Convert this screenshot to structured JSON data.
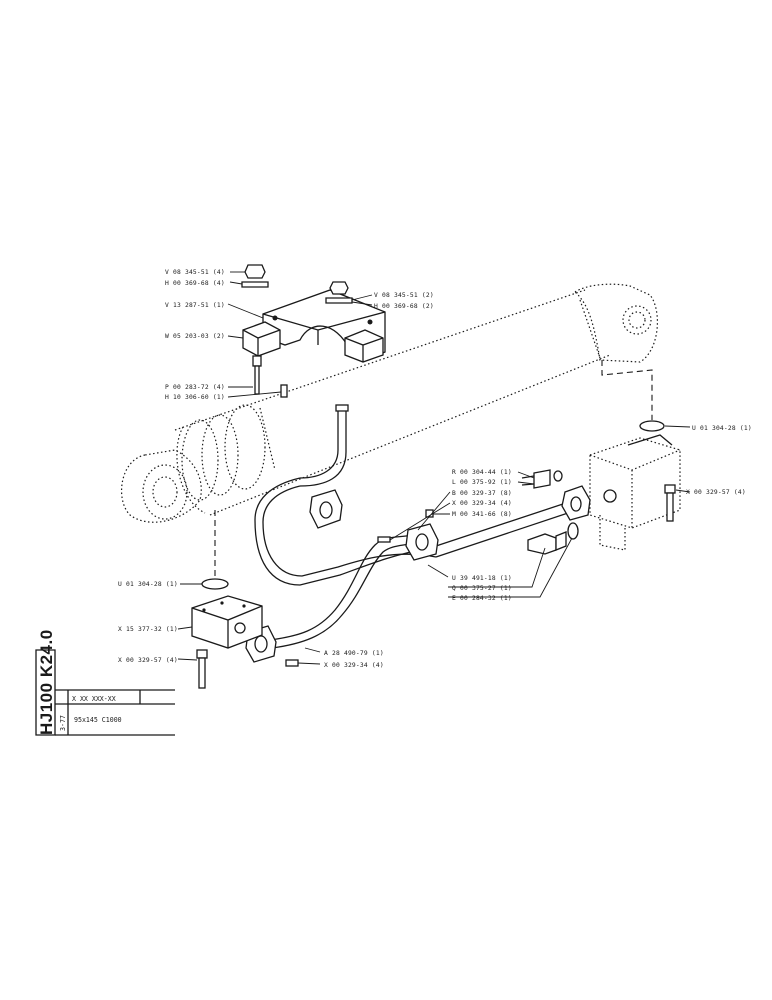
{
  "labels": {
    "v0834551_top": "V 08 345-51 (4)",
    "h0036968_top": "H 00 369-68 (4)",
    "v1328751": "V 13 287-51 (1)",
    "w0520303": "W 05 203-03 (2)",
    "p0028372": "P 00 283-72 (4)",
    "h1030660": "H 10 306-60 (1)",
    "v0834551_right": "V 08 345-51 (2)",
    "h0036968_right": "H 00 369-68 (2)",
    "u0130428_right": "U 01 304-28 (1)",
    "r0030444": "R 00 304-44 (1)",
    "l0037592": "L 00 375-92 (1)",
    "b0032937": "B 00 329-37 (8)",
    "x0032934_mid": "X 00 329-34 (4)",
    "m0034166": "M 00 341-66 (8)",
    "x0032957_right": "X 00 329-57 (4)",
    "u3949118": "U 39 491-18 (1)",
    "q0037527": "Q 00 375-27 (1)",
    "e0028432": "E 00 284-32 (1)",
    "u0130428_left": "U 01 304-28 (1)",
    "x1537732": "X 15 377-32 (1)",
    "x0032957_left": "X 00 329-57 (4)",
    "a2849079": "A 28 490-79 (1)",
    "x0032934_bottom": "X 00 329-34 (4)"
  },
  "title_block": {
    "model": "HJ100 K24.0",
    "code_pattern": "X XX XXX-XX",
    "date": "3-77",
    "cylinder_size": "95x145 C1000"
  }
}
